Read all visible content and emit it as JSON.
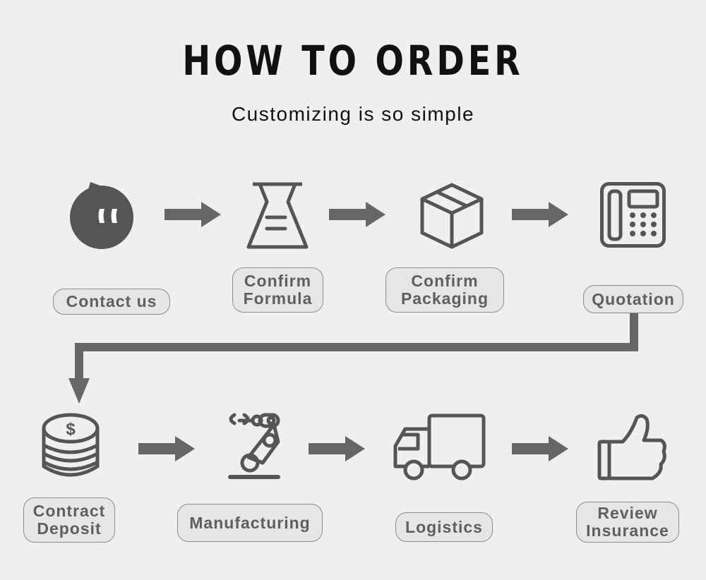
{
  "header": {
    "title": "HOW TO ORDER",
    "subtitle": "Customizing is so simple"
  },
  "steps": [
    {
      "lines": [
        "Contact us"
      ],
      "icon": "chat-bubble-icon"
    },
    {
      "lines": [
        "Confirm",
        "Formula"
      ],
      "icon": "flask-icon"
    },
    {
      "lines": [
        "Confirm",
        "Packaging"
      ],
      "icon": "box-icon"
    },
    {
      "lines": [
        "Quotation"
      ],
      "icon": "telephone-icon"
    },
    {
      "lines": [
        "Contract",
        "Deposit"
      ],
      "icon": "coin-stack-icon"
    },
    {
      "lines": [
        "Manufacturing"
      ],
      "icon": "robot-arm-icon"
    },
    {
      "lines": [
        "Logistics"
      ],
      "icon": "truck-icon"
    },
    {
      "lines": [
        "Review",
        "Insurance"
      ],
      "icon": "thumbs-up-icon"
    }
  ],
  "coin_symbol": "$",
  "colors": {
    "background": "#efefef",
    "icon": "#555555",
    "arrow": "#666666",
    "pill_border": "#8c8c8c",
    "pill_text": "#5f5f5f"
  }
}
